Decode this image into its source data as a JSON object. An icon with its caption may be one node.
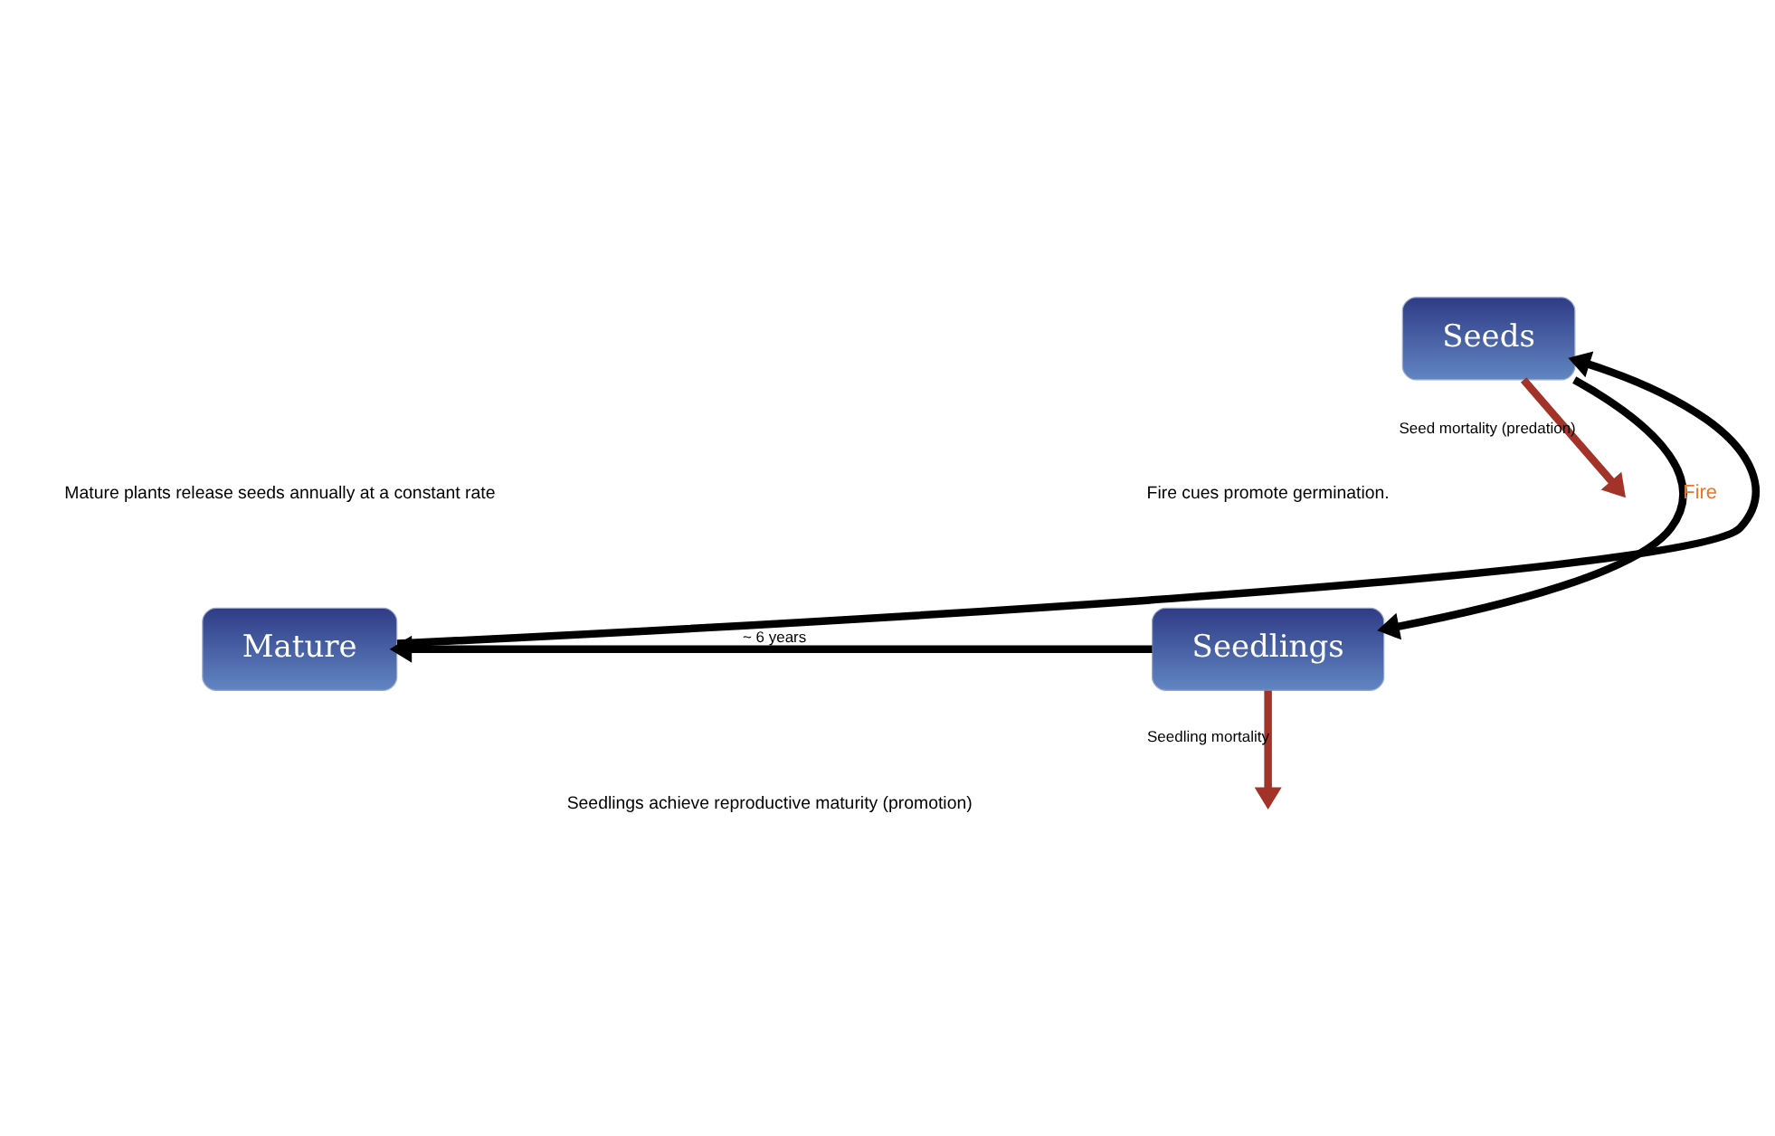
{
  "diagram": {
    "nodes": [
      {
        "text": [
          "Seeds"
        ]
      },
      {
        "text": [
          "Seedlings"
        ]
      },
      {
        "text": [
          "Mature"
        ]
      }
    ],
    "edges": [
      {
        "from": 0,
        "to": 1,
        "arrow": "to",
        "label": "Fire"
      },
      {
        "from": 1,
        "to": 2,
        "arrow": "to",
        "label": "~ 6 years"
      },
      {
        "from": 2,
        "to": 0,
        "arrow": "to"
      },
      {
        "from": 0,
        "to": null,
        "arrow": "to",
        "label": "Seed mortality (predation)",
        "color": "#a33228"
      },
      {
        "from": 1,
        "to": null,
        "arrow": "to",
        "label": "Seedling mortality",
        "color": "#a33228"
      }
    ],
    "labels": [
      "Mature plants release seeds annually at a constant rate",
      "Fire cues promote germination.",
      "Seedlings achieve reproductive maturity (promotion)"
    ]
  }
}
